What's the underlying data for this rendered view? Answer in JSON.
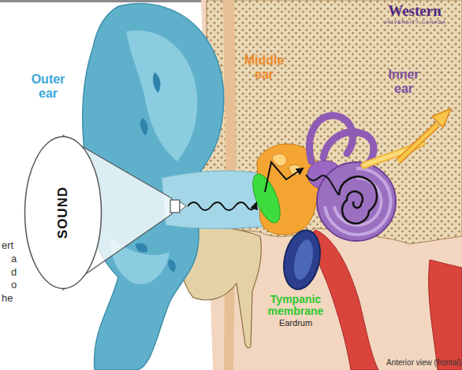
{
  "diagram": {
    "nodes": [
      {
        "text": [
          "SOUND"
        ]
      }
    ],
    "labels": [
      "Western",
      "UNIVERSITY CANADA",
      "Outer ear",
      "Middle ear",
      "Inner ear",
      "ert",
      "a",
      "d",
      "o",
      "he",
      "Tympanic membrane",
      "Eardrum",
      "Anterior view (frontal)"
    ]
  }
}
